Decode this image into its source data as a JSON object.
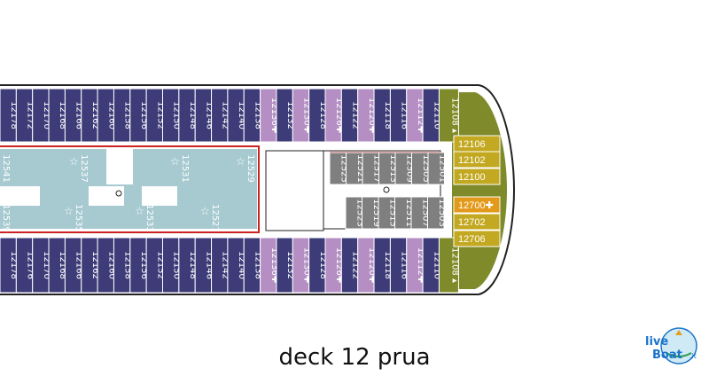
{
  "caption": "deck 12 prua",
  "logo": {
    "text": "live",
    "text2": "Boat",
    "suffix": ".it"
  },
  "colors": {
    "balcony": "#3d3b78",
    "suite": "#b58fc4",
    "inside": "#7f7f7f",
    "oceanview": "#c3a821",
    "aft_suite": "#e39a1b",
    "spa": "#a6cad0",
    "bow": "#7f8b2a",
    "red_line": "#cc2222"
  },
  "top_row": [
    {
      "n": "12178",
      "t": "b"
    },
    {
      "n": "12172",
      "t": "b"
    },
    {
      "n": "12170",
      "t": "b"
    },
    {
      "n": "12168",
      "t": "b"
    },
    {
      "n": "12166",
      "t": "b"
    },
    {
      "n": "12162",
      "t": "b"
    },
    {
      "n": "12160",
      "t": "b"
    },
    {
      "n": "12158",
      "t": "b"
    },
    {
      "n": "12156",
      "t": "b"
    },
    {
      "n": "12152",
      "t": "b"
    },
    {
      "n": "12150",
      "t": "b"
    },
    {
      "n": "12148",
      "t": "b"
    },
    {
      "n": "12146",
      "t": "b"
    },
    {
      "n": "12142",
      "t": "b"
    },
    {
      "n": "12140",
      "t": "b"
    },
    {
      "n": "12138",
      "t": "b"
    },
    {
      "n": "12136",
      "t": "s",
      "plus": true
    },
    {
      "n": "12132",
      "t": "b"
    },
    {
      "n": "12130",
      "t": "s",
      "plus": true
    },
    {
      "n": "12128",
      "t": "b"
    },
    {
      "n": "12126",
      "t": "s",
      "plus": true
    },
    {
      "n": "12122",
      "t": "b"
    },
    {
      "n": "12120",
      "t": "s",
      "plus": true
    },
    {
      "n": "12118",
      "t": "b"
    },
    {
      "n": "12116",
      "t": "b"
    },
    {
      "n": "12112",
      "t": "s",
      "plus": true
    },
    {
      "n": "12110",
      "t": "b"
    },
    {
      "n": "12108",
      "t": "bow",
      "tri": true
    }
  ],
  "bottom_row": [
    {
      "n": "12178",
      "t": "b"
    },
    {
      "n": "12176",
      "t": "b"
    },
    {
      "n": "12170",
      "t": "b"
    },
    {
      "n": "12168",
      "t": "b"
    },
    {
      "n": "12166",
      "t": "b"
    },
    {
      "n": "12162",
      "t": "b"
    },
    {
      "n": "12160",
      "t": "b"
    },
    {
      "n": "12158",
      "t": "b"
    },
    {
      "n": "12156",
      "t": "b"
    },
    {
      "n": "12152",
      "t": "b"
    },
    {
      "n": "12150",
      "t": "b"
    },
    {
      "n": "12148",
      "t": "b"
    },
    {
      "n": "12146",
      "t": "b"
    },
    {
      "n": "12142",
      "t": "b"
    },
    {
      "n": "12140",
      "t": "b"
    },
    {
      "n": "12138",
      "t": "b"
    },
    {
      "n": "12136",
      "t": "s",
      "plus": true
    },
    {
      "n": "12132",
      "t": "b"
    },
    {
      "n": "12130",
      "t": "s",
      "plus": true
    },
    {
      "n": "12128",
      "t": "b"
    },
    {
      "n": "12126",
      "t": "s",
      "plus": true
    },
    {
      "n": "12122",
      "t": "b"
    },
    {
      "n": "12120",
      "t": "s",
      "plus": true
    },
    {
      "n": "12118",
      "t": "b"
    },
    {
      "n": "12116",
      "t": "b"
    },
    {
      "n": "12112",
      "t": "s",
      "plus": true
    },
    {
      "n": "12110",
      "t": "b"
    },
    {
      "n": "12108",
      "t": "bow",
      "tri": true
    }
  ],
  "inner_top": [
    "12525",
    "12521",
    "12517",
    "12513",
    "12509",
    "12505",
    "12501"
  ],
  "inner_bottom": [
    "12523",
    "12519",
    "12515",
    "12511",
    "12507",
    "12503"
  ],
  "fwd_cabins": [
    {
      "n": "12106",
      "t": "ov"
    },
    {
      "n": "12102",
      "t": "ov"
    },
    {
      "n": "12100",
      "t": "ov"
    },
    {
      "n": "12700",
      "t": "aft",
      "plus": true
    },
    {
      "n": "12702",
      "t": "ov"
    },
    {
      "n": "12706",
      "t": "ov"
    }
  ],
  "spa_labels": [
    "12541",
    "12537",
    "12531",
    "12529",
    "12539",
    "12535",
    "12533",
    "12527"
  ]
}
